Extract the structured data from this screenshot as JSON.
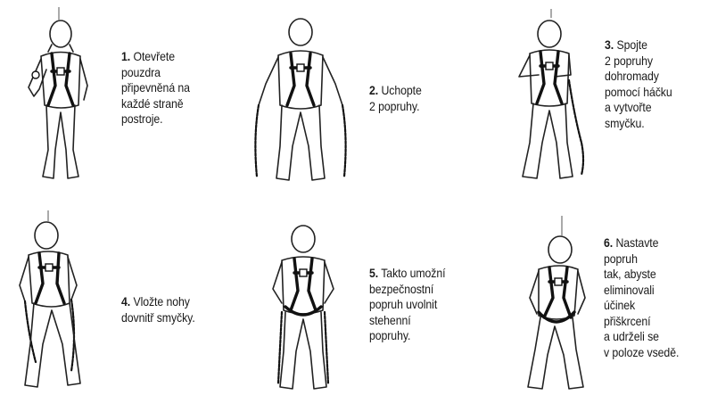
{
  "steps": [
    {
      "number": "1.",
      "lines": [
        "Otevřete",
        "pouzdra",
        "připevněná na",
        "každé straně",
        "postroje."
      ]
    },
    {
      "number": "2.",
      "lines": [
        "Uchopte",
        "2 popruhy."
      ]
    },
    {
      "number": "3.",
      "lines": [
        "Spojte",
        "2 popruhy",
        "dohromady",
        "pomocí háčku",
        "a vytvořte",
        "smyčku."
      ]
    },
    {
      "number": "4.",
      "lines": [
        "Vložte nohy",
        "dovnitř smyčky."
      ]
    },
    {
      "number": "5.",
      "lines": [
        "Takto umožní",
        "bezpečnostní",
        "popruh uvolnit",
        "stehenní",
        "popruhy."
      ]
    },
    {
      "number": "6.",
      "lines": [
        "Nastavte",
        "popruh",
        "tak, abyste",
        "eliminovali",
        "účinek",
        "přiškrcení",
        "a udrželi se",
        "v poloze vsedě."
      ]
    }
  ],
  "icons": [
    "person-harness-illustration"
  ]
}
